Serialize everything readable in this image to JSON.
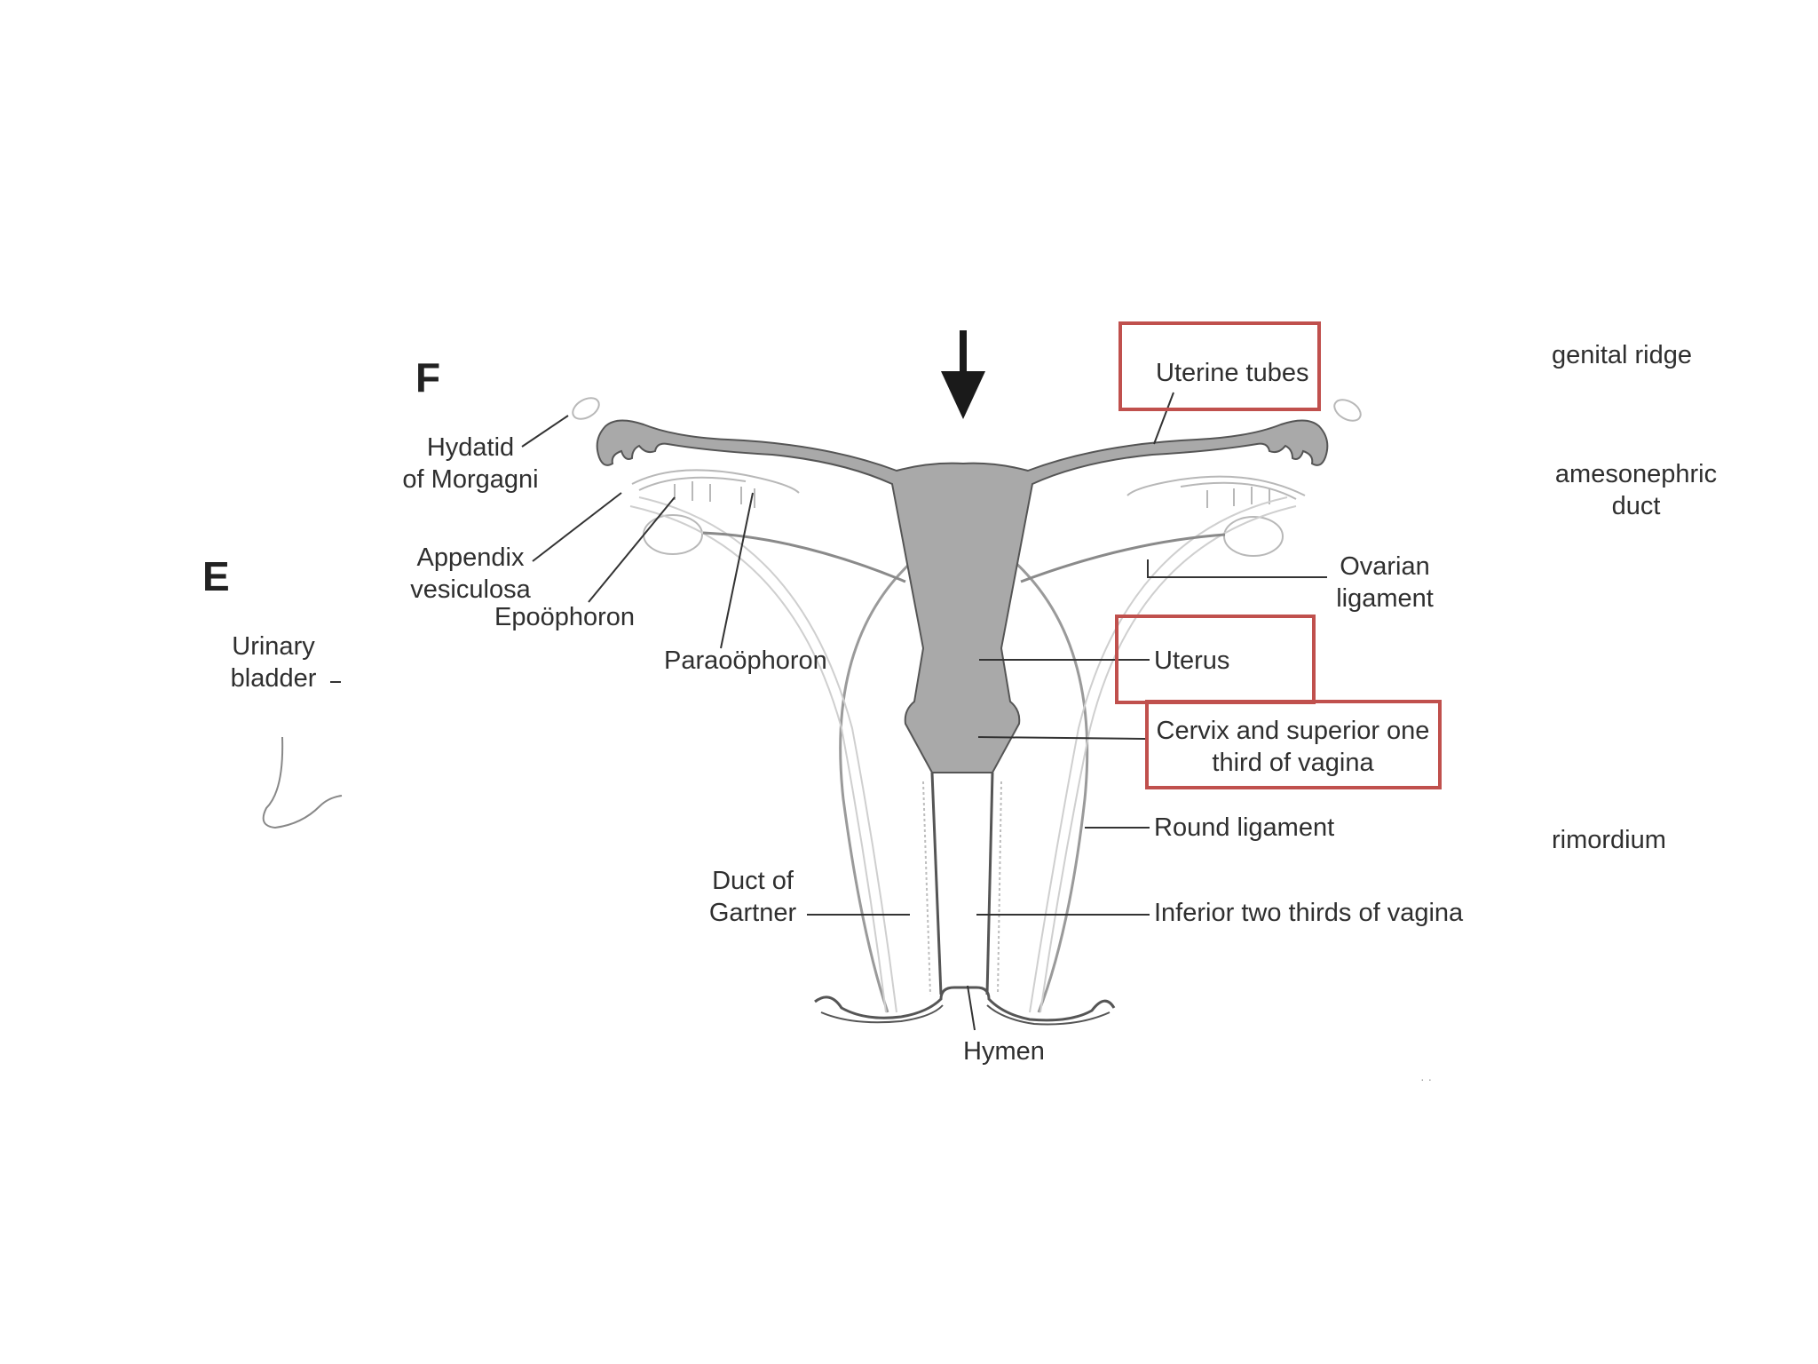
{
  "panels": {
    "e": "E",
    "f": "F"
  },
  "labels": {
    "hydatid": [
      "Hydatid",
      "of Morgagni"
    ],
    "appendix": [
      "Appendix",
      "vesiculosa"
    ],
    "epoophoron": "Epoöphoron",
    "paraoophoron": "Paraoöphoron",
    "urinary_bladder": [
      "Urinary",
      "bladder"
    ],
    "duct_gartner": [
      "Duct of",
      "Gartner"
    ],
    "hymen": "Hymen",
    "uterine_tubes": "Uterine tubes",
    "ovarian_ligament": [
      "Ovarian",
      "ligament"
    ],
    "uterus": "Uterus",
    "cervix": [
      "Cervix and superior one",
      "third of vagina"
    ],
    "round_ligament": "Round ligament",
    "inferior_vagina": "Inferior two thirds of vagina",
    "genital_ridge": "genital ridge",
    "mesonephric_duct": [
      "amesonephric",
      "duct"
    ],
    "primordium": "rimordium",
    "page_mark": "· ·"
  },
  "colors": {
    "highlight_box": "#c0504d",
    "organ_fill": "#a9a9a9",
    "line": "#444444",
    "faint": "#bdbdbd"
  },
  "highlighted": [
    "uterine_tubes",
    "uterus",
    "cervix"
  ]
}
